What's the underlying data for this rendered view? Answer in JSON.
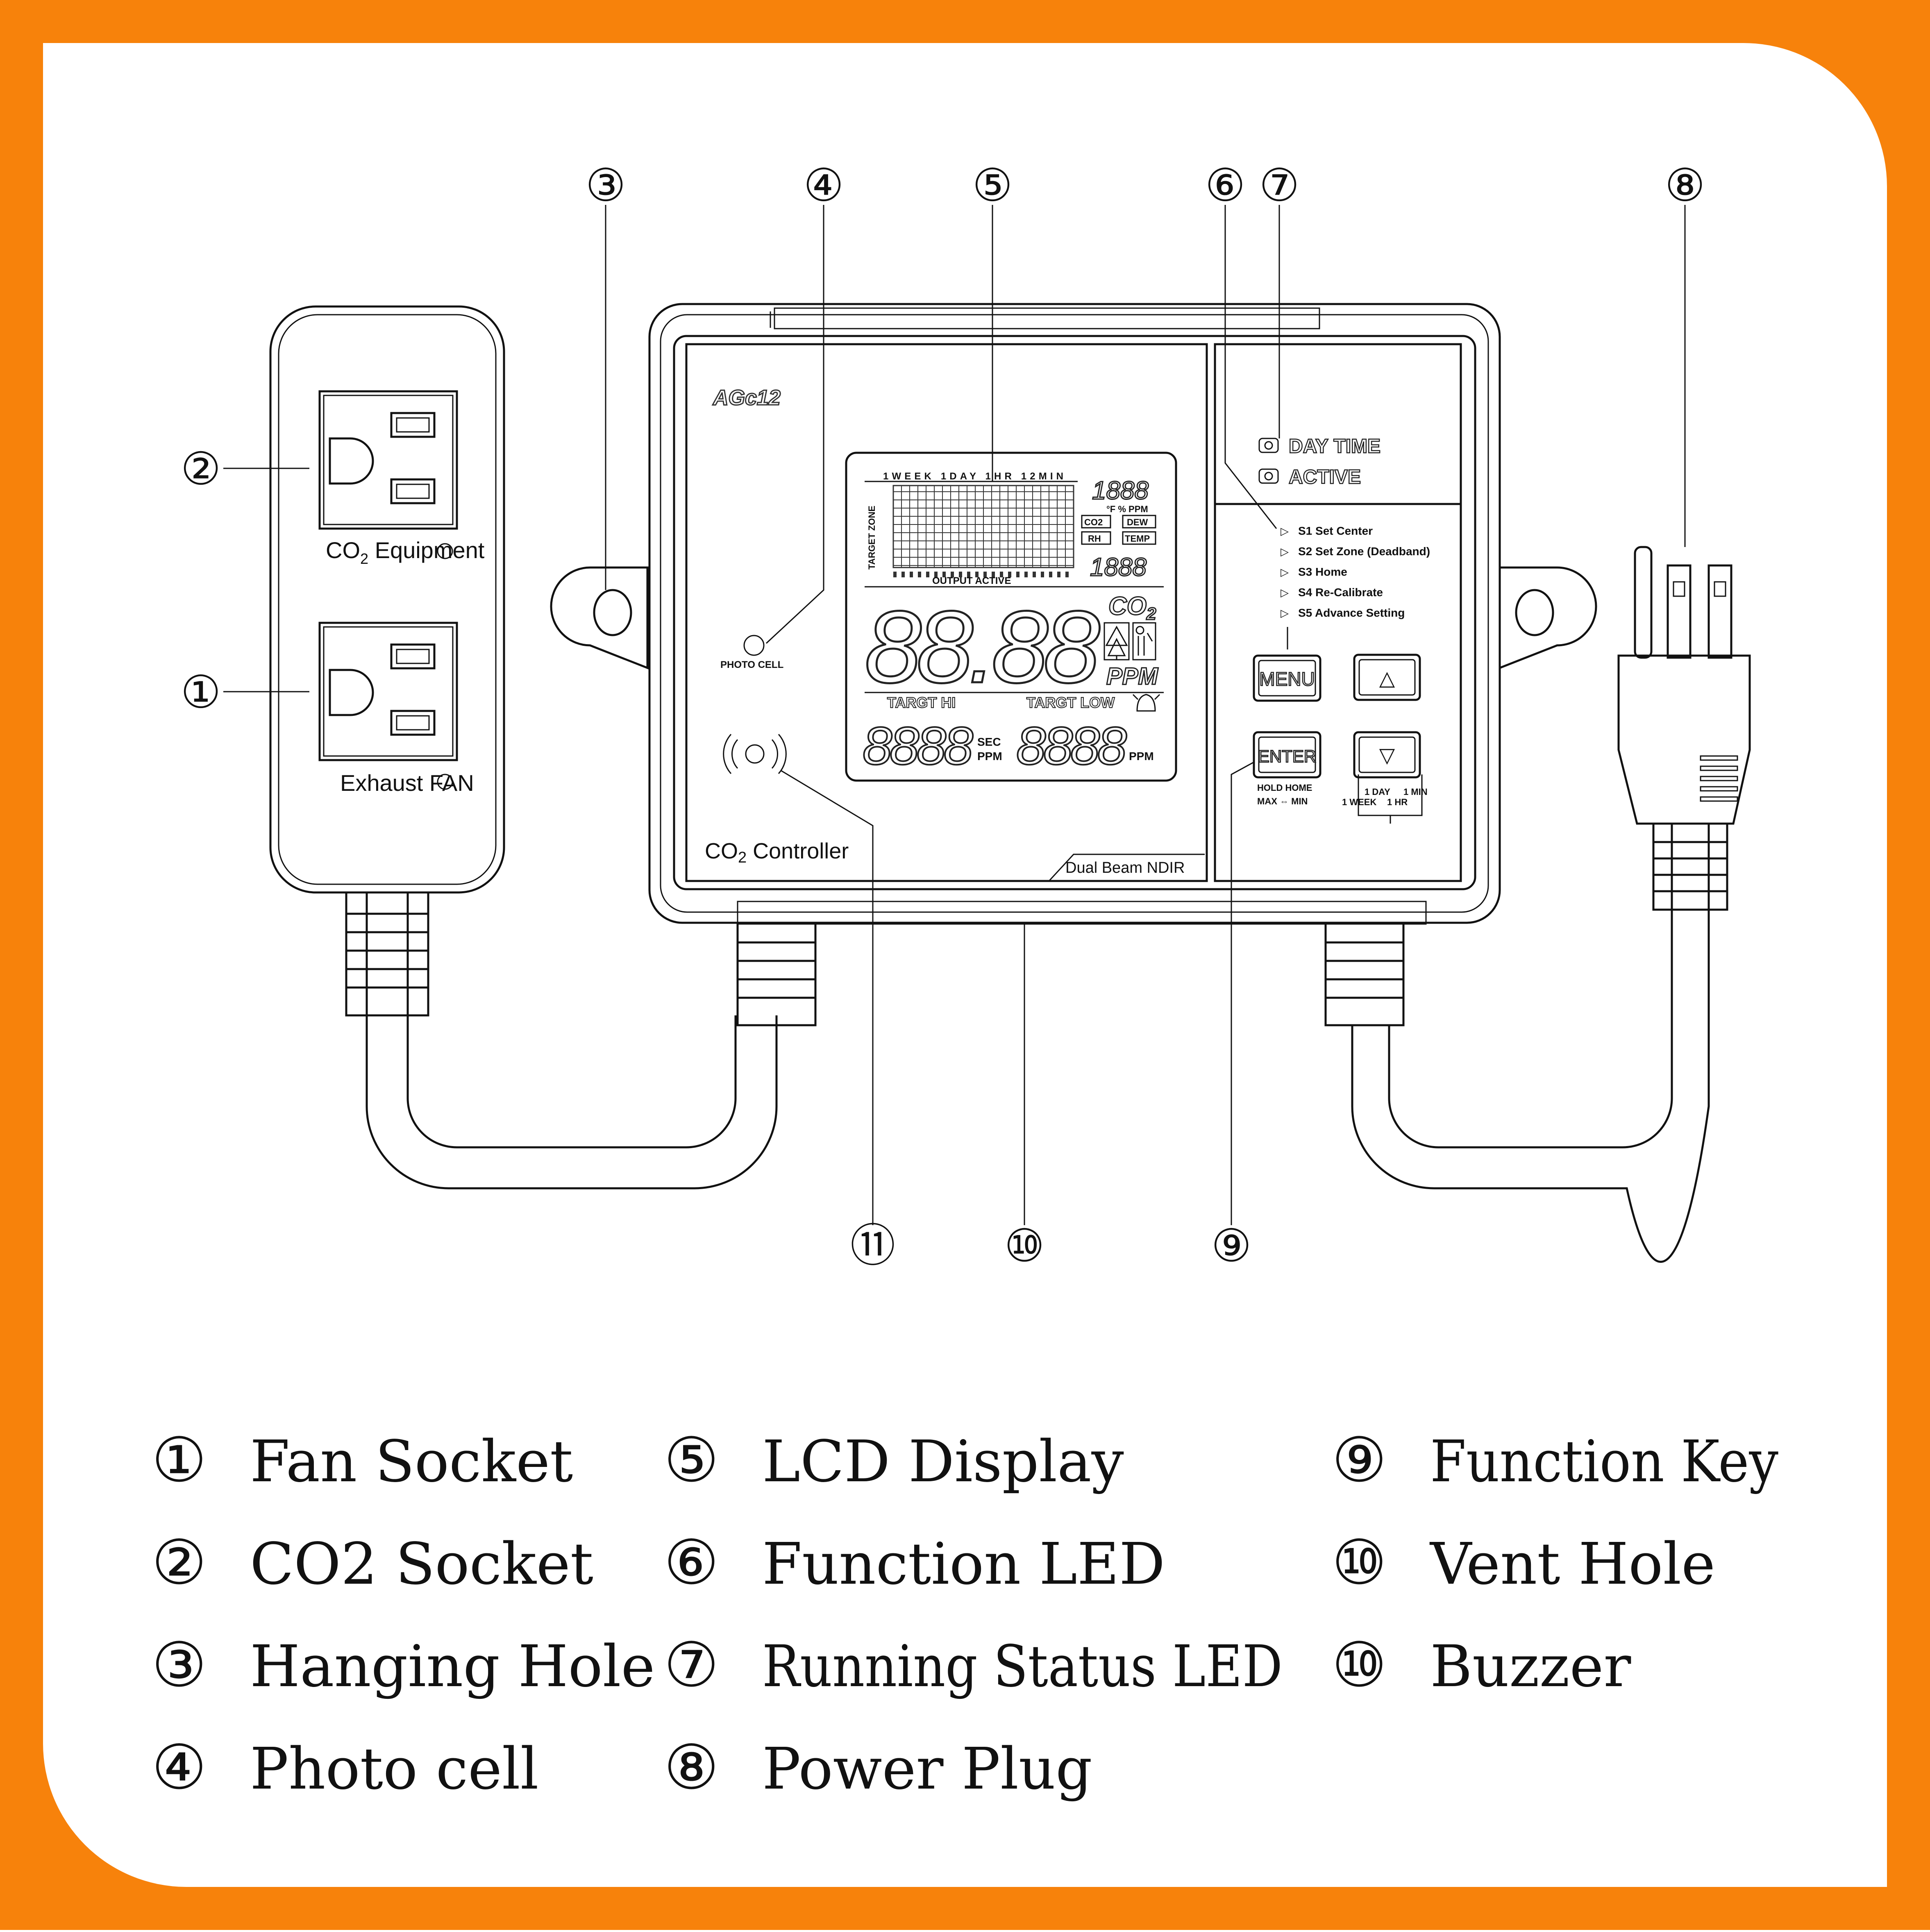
{
  "colors": {
    "frame": "#f7820b",
    "ink": "#111111",
    "background": "#ffffff"
  },
  "callouts": [
    "①",
    "②",
    "③",
    "④",
    "⑤",
    "⑥",
    "⑦",
    "⑧",
    "⑨",
    "⑩",
    "⑪"
  ],
  "outlet_strip": {
    "co2_label_main": "CO",
    "co2_label_sub": "2",
    "co2_label_suffix": " Equipment",
    "fan_label": "Exhaust FAN"
  },
  "controller": {
    "model": "AGc12",
    "product_main": "CO",
    "product_sub": "2",
    "product_suffix": " Controller",
    "sensor": "Dual Beam NDIR",
    "photo_cell": "PHOTO CELL",
    "leds": [
      "DAY TIME",
      "ACTIVE"
    ],
    "functions": [
      "S1 Set Center",
      "S2 Set Zone (Deadband)",
      "S3 Home",
      "S4 Re-Calibrate",
      "S5 Advance Setting"
    ],
    "keys": {
      "menu": "MENU",
      "enter": "ENTER",
      "up_glyph": "△",
      "down_glyph": "▽",
      "enter_note_1": "HOLD HOME",
      "enter_note_2": "MAX ⇔ MIN",
      "down_note_1": "1 DAY",
      "down_note_2": "1 MIN",
      "down_note_3": "1 WEEK",
      "down_note_4": "1 HR"
    }
  },
  "lcd": {
    "timeline": "1WEEK 1DAY 1HR 12MIN",
    "side_label": "TARGET ZONE",
    "small_digits": "1888",
    "small_digits_2": "1888",
    "units_row": "°F  %  PPM",
    "tags": [
      "CO2",
      "DEW",
      "RH",
      "TEMP"
    ],
    "output_active": "OUTPUT ACTIVE",
    "big_digits": "88.88",
    "co2_main": "CO",
    "co2_sub": "2",
    "ppm": "PPM",
    "target_hi": "TARGT HI",
    "target_low": "TARGT LOW",
    "bottom_digits_left": "8888",
    "bottom_digits_right": "8888",
    "sec": "SEC",
    "ppm_small": "PPM"
  },
  "legend": [
    {
      "num": "①",
      "label": "Fan Socket"
    },
    {
      "num": "②",
      "label": "CO2 Socket"
    },
    {
      "num": "③",
      "label": "Hanging Hole"
    },
    {
      "num": "④",
      "label": "Photo cell"
    },
    {
      "num": "⑤",
      "label": "LCD Display"
    },
    {
      "num": "⑥",
      "label": "Function LED"
    },
    {
      "num": "⑦",
      "label": "Running Status LED"
    },
    {
      "num": "⑧",
      "label": "Power Plug"
    },
    {
      "num": "⑨",
      "label": "Function Key"
    },
    {
      "num": "⑩",
      "label": "Vent Hole"
    },
    {
      "num": "⑩",
      "label": "Buzzer"
    }
  ]
}
